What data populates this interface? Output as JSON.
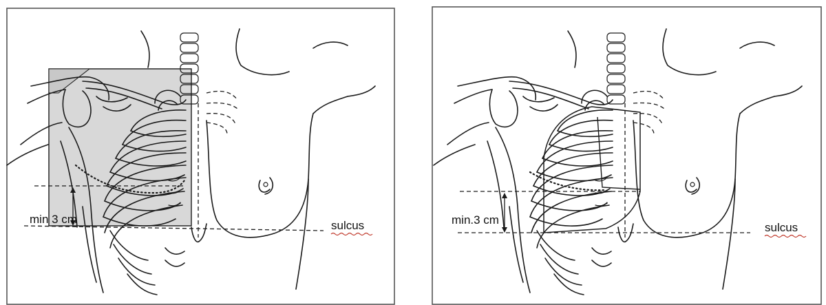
{
  "panels": [
    {
      "id": "left",
      "labels": {
        "distance": "min 3 cm",
        "sulcus": "sulcus"
      },
      "field_style": "shaded-rectangle"
    },
    {
      "id": "right",
      "labels": {
        "distance": "min.3 cm",
        "sulcus": "sulcus"
      },
      "field_style": "outlined-region"
    }
  ],
  "colors": {
    "field_fill": "#d8d8d8",
    "frame": "#555555",
    "ink": "#1a1a1a",
    "spellcheck": "#c0392b"
  }
}
